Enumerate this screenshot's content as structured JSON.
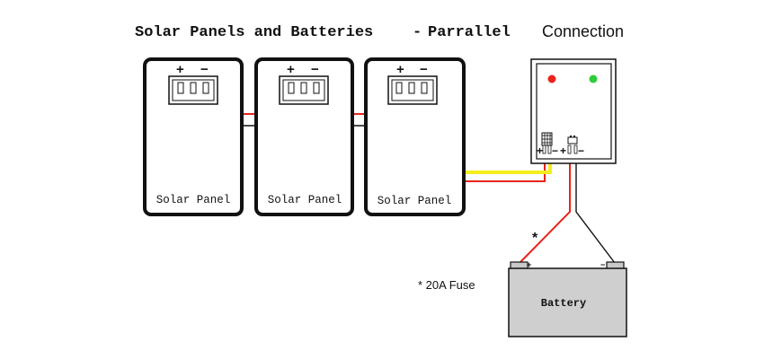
{
  "title": {
    "part1": "Solar Panels and Batteries",
    "dash": "-",
    "part2": "Parrallel",
    "part3": "Connection"
  },
  "panels": [
    {
      "label": "Solar Panel",
      "plus": "+",
      "minus": "−"
    },
    {
      "label": "Solar Panel",
      "plus": "+",
      "minus": "−"
    },
    {
      "label": "Solar Panel",
      "plus": "+",
      "minus": "−"
    }
  ],
  "controller": {
    "led_left_color": "#e8251c",
    "led_right_color": "#2fcc3a",
    "plus": "+",
    "minus": "−"
  },
  "battery": {
    "label": "Battery",
    "plus": "+",
    "minus": "−"
  },
  "fuse": {
    "marker": "*",
    "note": "* 20A Fuse"
  },
  "wire_colors": {
    "positive": "#e8251c",
    "negative": "#111111",
    "signal": "#f5ee1c"
  }
}
